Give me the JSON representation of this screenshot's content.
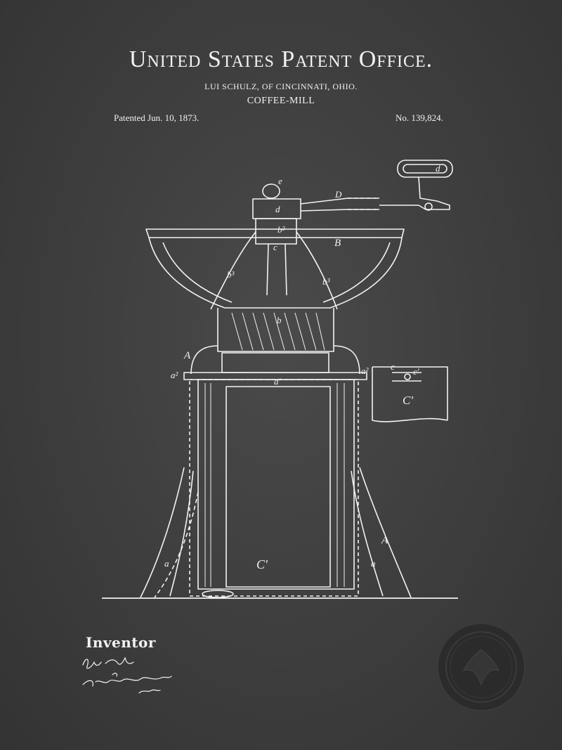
{
  "header": {
    "office": "United States Patent Office.",
    "inventor_line": "LUI SCHULZ, OF CINCINNATI, OHIO.",
    "invention": "COFFEE-MILL",
    "patented": "Patented Jun. 10, 1873.",
    "number": "No. 139,824."
  },
  "figure_labels": {
    "d_handle": "d",
    "e": "e",
    "D": "D",
    "d_hub": "d",
    "b2": "b²",
    "b3_left": "b³",
    "b3_right": "b³",
    "B": "B",
    "c": "c",
    "b": "b",
    "A_top": "A",
    "a2_left": "a²",
    "a2_right": "a²",
    "a_bottom": "a'",
    "c_detail": "c",
    "c_detail2": "c'",
    "C_detail": "C'",
    "A_right": "A",
    "a_left": "a",
    "a_right": "a",
    "C_main": "C'"
  },
  "footer": {
    "inventor_label": "Inventor"
  },
  "colors": {
    "background": "#3d3d3d",
    "ink": "#f2f2f2",
    "seal": "#2b2b2b"
  }
}
